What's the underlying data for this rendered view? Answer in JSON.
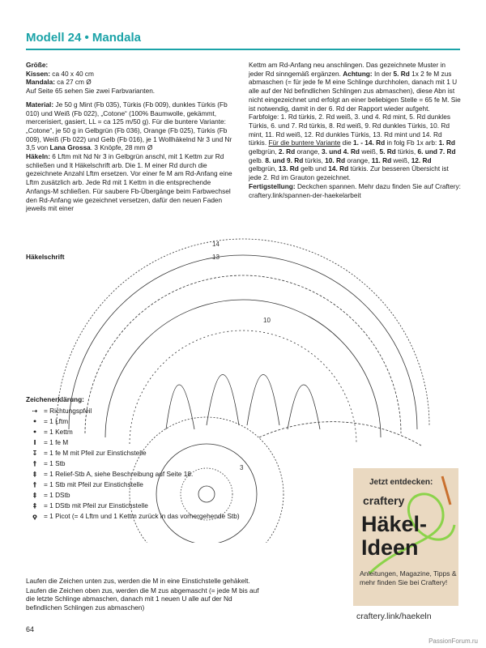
{
  "title": "Modell 24 • Mandala",
  "left": {
    "size_label": "Größe:",
    "size_line1_label": "Kissen:",
    "size_line1_value": "ca 40 x 40 cm",
    "size_line2_label": "Mandala:",
    "size_line2_value": "ca 27 cm Ø",
    "size_note": "Auf Seite 65 sehen Sie zwei Farbvarianten.",
    "material_label": "Material:",
    "material_text": "Je 50 g Mint (Fb 035), Türkis (Fb 009), dunkles Türkis (Fb 010) und Weiß (Fb 022), „Cotone“ (100% Baumwolle, gekämmt, mercerisiert, gasiert, LL = ca 125 m/50 g). Für die buntere Variante: „Cotone“, je 50 g in Gelbgrün (Fb 036), Orange (Fb 025), Türkis (Fb 009), Weiß (Fb 022) und Gelb (Fb 016), je 1 Wollhäkelnd Nr 3 und Nr 3,5 von",
    "material_brand": "Lana Grossa",
    "material_tail": ". 3 Knöpfe, 28 mm Ø",
    "hakeln_label": "Häkeln:",
    "hakeln_text": "6 Lftm mit Nd Nr 3 in Gelbgrün anschl, mit 1 Kettm zur Rd schließen und lt Häkelschrift arb. Die 1. M einer Rd durch die gezeichnete Anzahl Lftm ersetzen. Vor einer fe M am Rd-Anfang eine Lftm zusätzlich arb. Jede Rd mit 1 Kettm in die entsprechende Anfangs-M schließen. Für saubere Fb-Übergänge beim Farbwechsel den Rd-Anfang wie gezeichnet versetzen, dafür den neuen Faden jeweils mit einer"
  },
  "right": {
    "cont_text": "Kettm am Rd-Anfang neu anschlingen. Das gezeichnete Muster in jeder Rd sinngemäß ergänzen.",
    "achtung_label": "Achtung:",
    "achtung_pre": "In der",
    "achtung_rd": "5. Rd",
    "achtung_text": "1x 2 fe M zus abmaschen (= für jede fe M eine Schlinge durchholen, danach mit 1 U alle auf der Nd befindlichen Schlingen zus abmaschen), diese Abn ist nicht eingezeichnet und erfolgt an einer beliebigen Stelle = 65 fe M. Sie ist notwendig, damit in der 6. Rd der Rapport wieder aufgeht.",
    "farbfolge_text": "Farbfolge: 1. Rd türkis, 2. Rd weiß, 3. und 4. Rd mint, 5. Rd dunkles Türkis, 6. und 7. Rd türkis, 8. Rd weiß, 9. Rd dunkles Türkis, 10. Rd mint, 11. Rd weiß, 12. Rd dunkles Türkis, 13. Rd mint und 14. Rd türkis.",
    "bunt_label": "Für die buntere Variante",
    "bunt_pre": "die",
    "bunt_rounds": "1. - 14. Rd",
    "bunt_text1": "in folg Fb 1x arb:",
    "bunt_c1": "1. Rd",
    "bunt_c1v": "gelbgrün,",
    "bunt_c2": "2. Rd",
    "bunt_c2v": "orange,",
    "bunt_c3": "3. und 4. Rd",
    "bunt_c3v": "weiß,",
    "bunt_c4": "5. Rd",
    "bunt_c4v": "türkis,",
    "bunt_c5": "6. und 7. Rd",
    "bunt_c5v": "gelb.",
    "bunt_c6": "8. und 9. Rd",
    "bunt_c6v": "türkis,",
    "bunt_c7": "10. Rd",
    "bunt_c7v": "orange,",
    "bunt_c8": "11. Rd",
    "bunt_c8v": "weiß,",
    "bunt_c9": "12. Rd",
    "bunt_c9v": "gelbgrün,",
    "bunt_c10": "13. Rd",
    "bunt_c10v": "gelb und",
    "bunt_c11": "14. Rd",
    "bunt_c11v": "türkis. Zur besseren Übersicht ist jede 2. Rd im Grauton gezeichnet.",
    "fertig_label": "Fertigstellung:",
    "fertig_text": "Deckchen spannen. Mehr dazu finden Sie auf Craftery: craftery.link/spannen-der-haekelarbeit"
  },
  "diagram": {
    "label": "Häkelschrift",
    "round_labels": [
      "14",
      "13",
      "10",
      "3"
    ]
  },
  "legend": {
    "title": "Zeichenerklärung:",
    "items": [
      {
        "symbol": "⇢",
        "text": "= Richtungspfeil"
      },
      {
        "symbol": "•",
        "text": "= 1 Lftm"
      },
      {
        "symbol": "•",
        "text": "= 1 Kettm"
      },
      {
        "symbol": "I",
        "text": "= 1 fe M"
      },
      {
        "symbol": "↧",
        "text": "= 1 fe M mit Pfeil zur Einstichstelle"
      },
      {
        "symbol": "†",
        "text": "= 1 Stb"
      },
      {
        "symbol": "‡",
        "text": "= 1 Relief-Stb A, siehe Beschreibung auf Seite 18."
      },
      {
        "symbol": "†",
        "text": "= 1 Stb mit Pfeil zur Einstichstelle"
      },
      {
        "symbol": "‡",
        "text": "= 1 DStb"
      },
      {
        "symbol": "‡",
        "text": "= 1 DStb mit Pfeil zur Einstichstelle"
      },
      {
        "symbol": "ϙ",
        "text": "= 1 Picot (= 4 Lftm und 1 Kettm zurück in das vorhergehende Stb)"
      }
    ],
    "note1": "Laufen die Zeichen unten zus, werden die M in eine Einstichstelle gehäkelt.",
    "note2": "Laufen die Zeichen oben zus, werden die M zus abgemascht (= jede M bis auf die letzte Schlinge abmaschen, danach mit 1 neuen U alle auf der Nd befindlichen Schlingen zus abmaschen)"
  },
  "ad": {
    "teaser": "Jetzt entdecken:",
    "brand": "craftery",
    "headline1": "Häkel-",
    "headline2": "Ideen",
    "blurb": "Anleitungen, Magazine, Tipps & mehr finden Sie bei Craftery!",
    "link": "craftery.link/haekeln"
  },
  "page_number": "64",
  "watermark": "PassionForum.ru",
  "colors": {
    "accent": "#1ba3a8",
    "ad_bg": "#ead9c1",
    "ad_swoosh": "#8bd34a"
  }
}
